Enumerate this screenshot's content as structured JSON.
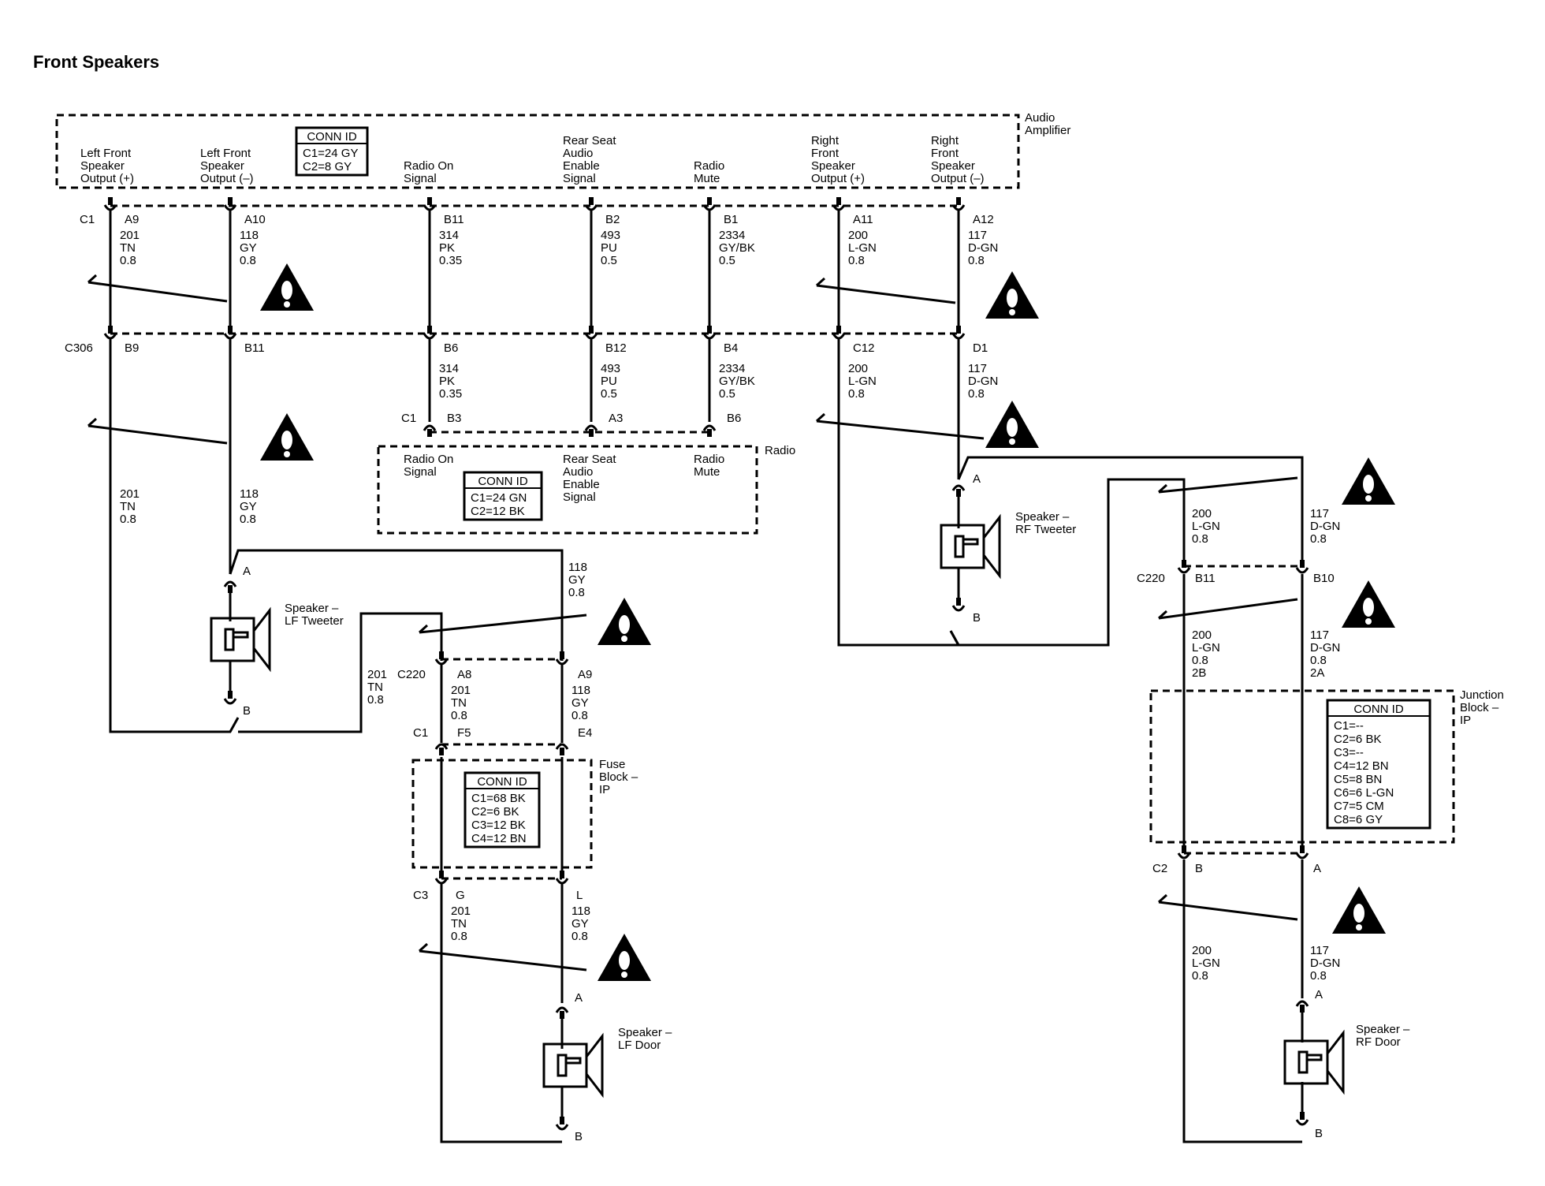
{
  "title": "Front Speakers",
  "amplifier": {
    "name": "Audio\nAmplifier",
    "conn_id": {
      "title": "CONN ID",
      "lines": [
        "C1=24 GY",
        "C2=8 GY"
      ]
    },
    "pins": [
      {
        "id": "lf_pos",
        "label": "Left Front\nSpeaker\nOutput (+)",
        "terminal": "A9"
      },
      {
        "id": "lf_neg",
        "label": "Left Front\nSpeaker\nOutput (–)",
        "terminal": "A10"
      },
      {
        "id": "radio_on",
        "label": "Radio On\nSignal",
        "terminal": "B11"
      },
      {
        "id": "rsa",
        "label": "Rear Seat\nAudio\nEnable\nSignal",
        "terminal": "B2"
      },
      {
        "id": "mute",
        "label": "Radio\nMute",
        "terminal": "B1"
      },
      {
        "id": "rf_pos",
        "label": "Right\nFront\nSpeaker\nOutput (+)",
        "terminal": "A11"
      },
      {
        "id": "rf_neg",
        "label": "Right\nFront\nSpeaker\nOutput (–)",
        "terminal": "A12"
      }
    ],
    "connector": "C1"
  },
  "wires_top": [
    "201\nTN\n0.8",
    "118\nGY\n0.8",
    "314\nPK\n0.35",
    "493\nPU\n0.5",
    "2334\nGY/BK\n0.5",
    "200\nL-GN\n0.8",
    "117\nD-GN\n0.8"
  ],
  "c306": {
    "name": "C306",
    "terminals": [
      "B9",
      "B11",
      "B6",
      "B12",
      "B4",
      "C12",
      "D1"
    ]
  },
  "wires_mid": [
    "314\nPK\n0.35",
    "493\nPU\n0.5",
    "2334\nGY/BK\n0.5",
    "200\nL-GN\n0.8",
    "117\nD-GN\n0.8"
  ],
  "radio": {
    "name": "Radio",
    "connector": "C1",
    "terminals": [
      "B3",
      "A3",
      "B6"
    ],
    "pins": [
      "Radio On\nSignal",
      "Rear Seat\nAudio\nEnable\nSignal",
      "Radio\nMute"
    ],
    "conn_id": {
      "title": "CONN ID",
      "lines": [
        "C1=24 GN",
        "C2=12 BK"
      ]
    }
  },
  "lf_tweeter": {
    "name": "Speaker –\nLF Tweeter",
    "a": "A",
    "b": "B"
  },
  "rf_tweeter": {
    "name": "Speaker –\nRF Tweeter",
    "a": "A",
    "b": "B"
  },
  "lf_wires_down": [
    "201\nTN\n0.8",
    "118\nGY\n0.8"
  ],
  "lf_tw_b_wire": "201\nTN\n0.8",
  "lf_tw_a_wire": "118\nGY\n0.8",
  "c220_left": {
    "name": "C220",
    "terminals": [
      "A8",
      "A9"
    ]
  },
  "c220_left_wires": [
    "201\nTN\n0.8",
    "118\nGY\n0.8"
  ],
  "fuse_block": {
    "name": "Fuse\nBlock –\nIP",
    "top_connector": "C1",
    "top_terminals": [
      "F5",
      "E4"
    ],
    "bottom_connector": "C3",
    "bottom_terminals": [
      "G",
      "L"
    ],
    "conn_id": {
      "title": "CONN ID",
      "lines": [
        "C1=68 BK",
        "C2=6 BK",
        "C3=12 BK",
        "C4=12 BN"
      ]
    }
  },
  "lf_door_wires": [
    "201\nTN\n0.8",
    "118\nGY\n0.8"
  ],
  "lf_door": {
    "name": "Speaker –\nLF Door",
    "a": "A",
    "b": "B"
  },
  "rf_upper_wires": [
    "200\nL-GN\n0.8",
    "117\nD-GN\n0.8"
  ],
  "c220_right": {
    "name": "C220",
    "terminals": [
      "B11",
      "B10"
    ]
  },
  "rf_mid_wires": [
    "200\nL-GN\n0.8\n2B",
    "117\nD-GN\n0.8\n2A"
  ],
  "junction_block": {
    "name": "Junction\nBlock –\nIP",
    "bottom_connector": "C2",
    "bottom_terminals": [
      "B",
      "A"
    ],
    "conn_id": {
      "title": "CONN ID",
      "lines": [
        "C1=--",
        "C2=6 BK",
        "C3=--",
        "C4=12 BN",
        "C5=8 BN",
        "C6=6 L-GN",
        "C7=5 CM",
        "C8=6 GY"
      ]
    }
  },
  "rf_door_wires": [
    "200\nL-GN\n0.8",
    "117\nD-GN\n0.8"
  ],
  "rf_door": {
    "name": "Speaker –\nRF Door",
    "a": "A",
    "b": "B"
  }
}
